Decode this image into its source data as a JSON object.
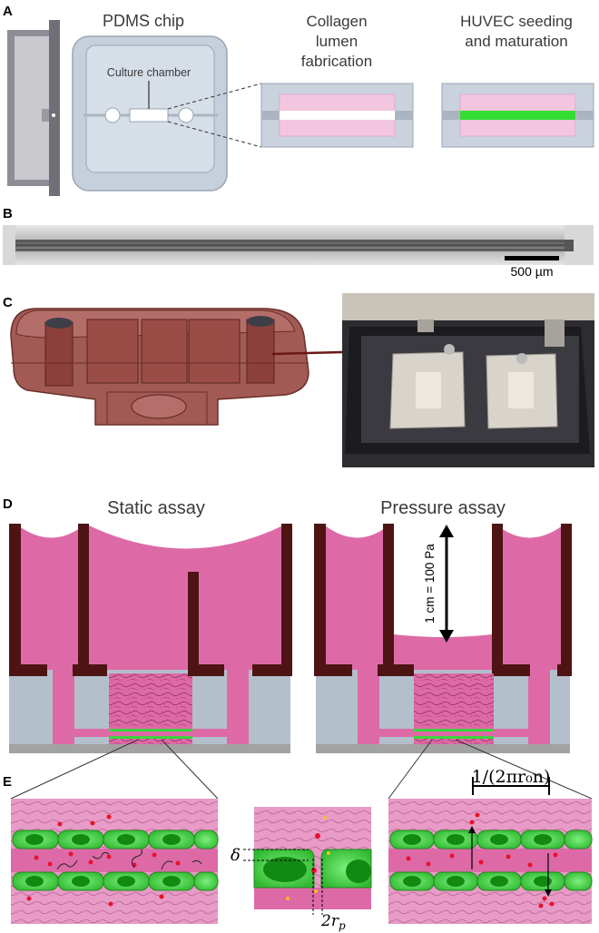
{
  "panel_letters": {
    "a": "A",
    "b": "B",
    "c": "C",
    "d": "D",
    "e": "E"
  },
  "panel_a": {
    "chip_label": "PDMS chip",
    "chamber_label": "Culture chamber",
    "step1_line1": "Collagen",
    "step1_line2": "lumen",
    "step1_line3": "fabrication",
    "step2_line1": "HUVEC seeding",
    "step2_line2": "and maturation"
  },
  "panel_b": {
    "scale_bar": "500 µm"
  },
  "panel_d": {
    "static_title": "Static assay",
    "pressure_title": "Pressure assay",
    "pressure_scale": "1 cm = 100 Pa"
  },
  "panel_e": {
    "spacing_label": "1/(2πr₀n)",
    "delta_label": "δ",
    "pore_label": "2r",
    "pore_sub": "p"
  },
  "colors": {
    "pink": "#dd6aa7",
    "light_pink": "#f2c6de",
    "brown": "#4e1414",
    "grey_blue": "#b4bfcc",
    "green": "#3dd43d",
    "dark_green": "#128a12",
    "red": "#e8112d"
  }
}
